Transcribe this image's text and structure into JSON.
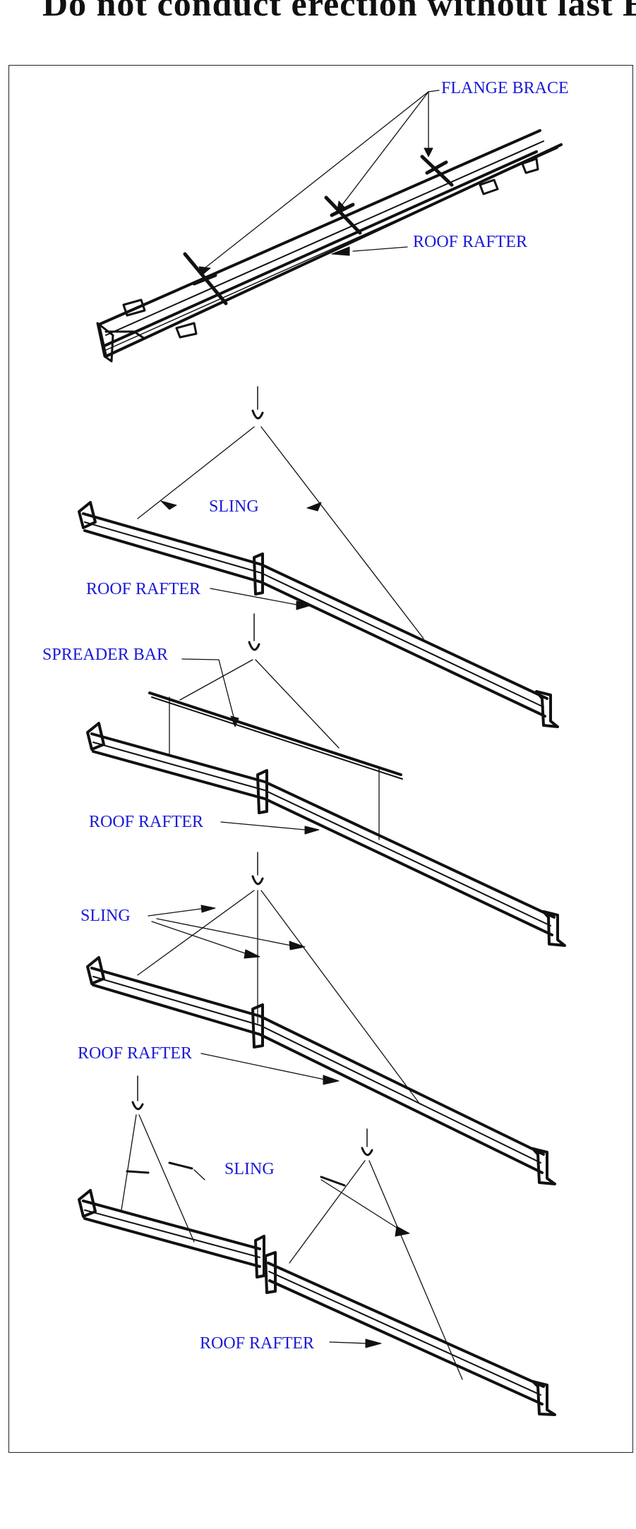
{
  "header": {
    "text": "Do not conduct erection without last Erecti"
  },
  "labels": {
    "flange_brace": "FLANGE BRACE",
    "roof_rafter_1": "ROOF RAFTER",
    "sling_1": "SLING",
    "roof_rafter_2": "ROOF RAFTER",
    "spreader_bar": "SPREADER BAR",
    "roof_rafter_3": "ROOF RAFTER",
    "sling_2": "SLING",
    "roof_rafter_4": "ROOF RAFTER",
    "sling_3": "SLING",
    "roof_rafter_5": "ROOF RAFTER"
  },
  "colors": {
    "label": "#1a1ad6",
    "line": "#111111",
    "frame": "#222222"
  }
}
